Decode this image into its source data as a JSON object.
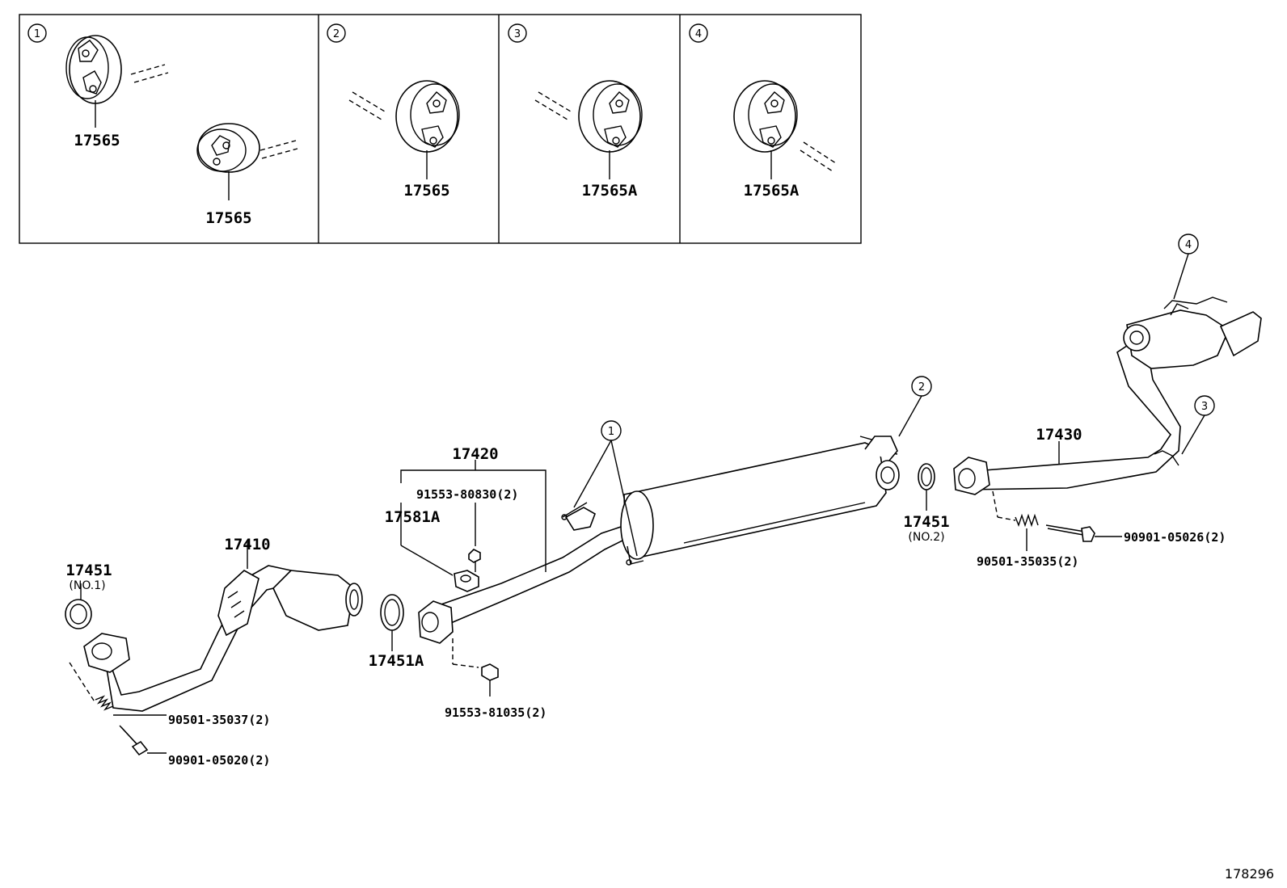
{
  "panels": [
    {
      "callout": "1",
      "labels": [
        "17565",
        "17565"
      ]
    },
    {
      "callout": "2",
      "labels": [
        "17565"
      ]
    },
    {
      "callout": "3",
      "labels": [
        "17565A"
      ]
    },
    {
      "callout": "4",
      "labels": [
        "17565A"
      ]
    }
  ],
  "main": {
    "callouts": {
      "c1": "1",
      "c2": "2",
      "c3": "3",
      "c4": "4"
    },
    "parts": {
      "p17410": "17410",
      "p17420": "17420",
      "p17430": "17430",
      "p17451_no1": "17451",
      "p17451_no1_sub": "(NO.1)",
      "p17451_no2": "17451",
      "p17451_no2_sub": "(NO.2)",
      "p17451A": "17451A",
      "p17581A": "17581A",
      "b91553_80830": "91553-80830(2)",
      "b91553_81035": "91553-81035(2)",
      "b90501_35037": "90501-35037(2)",
      "b90901_05020": "90901-05020(2)",
      "b90501_35035": "90501-35035(2)",
      "b90901_05026": "90901-05026(2)"
    }
  },
  "figure_id": "178296"
}
